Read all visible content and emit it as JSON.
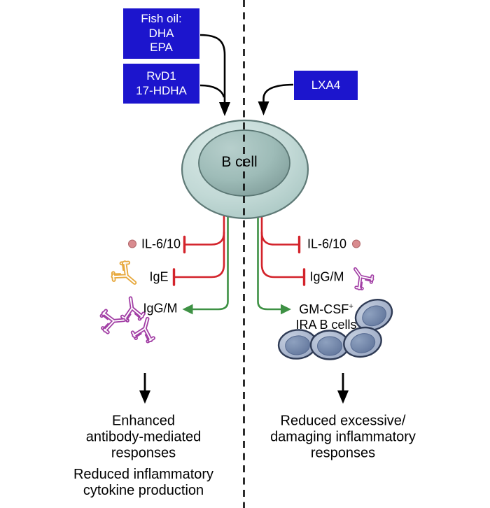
{
  "colors": {
    "box_blue": "#1c15cd",
    "box_text": "#ffffff",
    "inhibit_red": "#d3232b",
    "promote_green": "#3e9144",
    "antibody_purple": "#a23fa5",
    "antibody_orange": "#e7a93e",
    "cytokine_pink": "#d98b8f",
    "cytokine_pink_edge": "#b06568",
    "bcell_outer": "#c5dcd9",
    "bcell_inner": "#8fafab",
    "bcell_stroke": "#5f7a77",
    "ira_cell_outer": "#a9b6ce",
    "ira_cell_inner": "#64789e",
    "ira_cell_stroke": "#2f3b55",
    "arrow_black": "#000000",
    "background": "#ffffff"
  },
  "stimuli": {
    "fish_oil_box": {
      "line1": "Fish oil:",
      "line2": "DHA",
      "line3": "EPA"
    },
    "mediators_box": {
      "line1": "RvD1",
      "line2": "17-HDHA"
    },
    "lxa4_box": {
      "label": "LXA4"
    }
  },
  "cell": {
    "label": "B cell"
  },
  "left_pathway": {
    "inhibited": {
      "il_label": "IL-6/10",
      "ige_label": "IgE"
    },
    "promoted": {
      "iggm_label": "IgG/M"
    },
    "outcome_primary": {
      "line1": "Enhanced",
      "line2": "antibody-mediated",
      "line3": "responses"
    },
    "outcome_secondary": {
      "line1": "Reduced inflammatory",
      "line2": "cytokine production"
    }
  },
  "right_pathway": {
    "inhibited": {
      "il_label": "IL-6/10",
      "iggm_label": "IgG/M"
    },
    "promoted": {
      "gmcsf_label": "GM-CSF",
      "gmcsf_sup": "+",
      "ira_label": "IRA B cells"
    },
    "outcome": {
      "line1": "Reduced excessive/",
      "line2": "damaging inflammatory",
      "line3": "responses"
    }
  }
}
